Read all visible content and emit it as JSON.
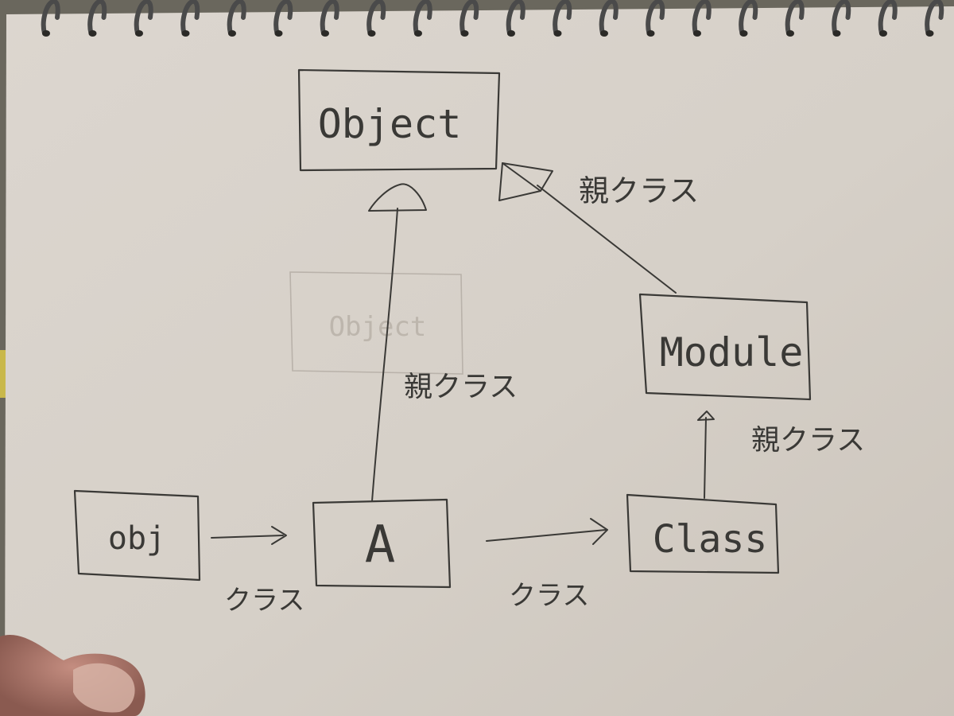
{
  "nodes": {
    "object": "Object",
    "module": "Module",
    "obj": "obj",
    "a": "A",
    "class": "Class",
    "faded_object": "Object"
  },
  "edges": {
    "a_to_object": "親クラス",
    "module_to_object": "親クラス",
    "class_to_module": "親クラス",
    "obj_to_a": "クラス",
    "a_to_class": "クラス"
  }
}
